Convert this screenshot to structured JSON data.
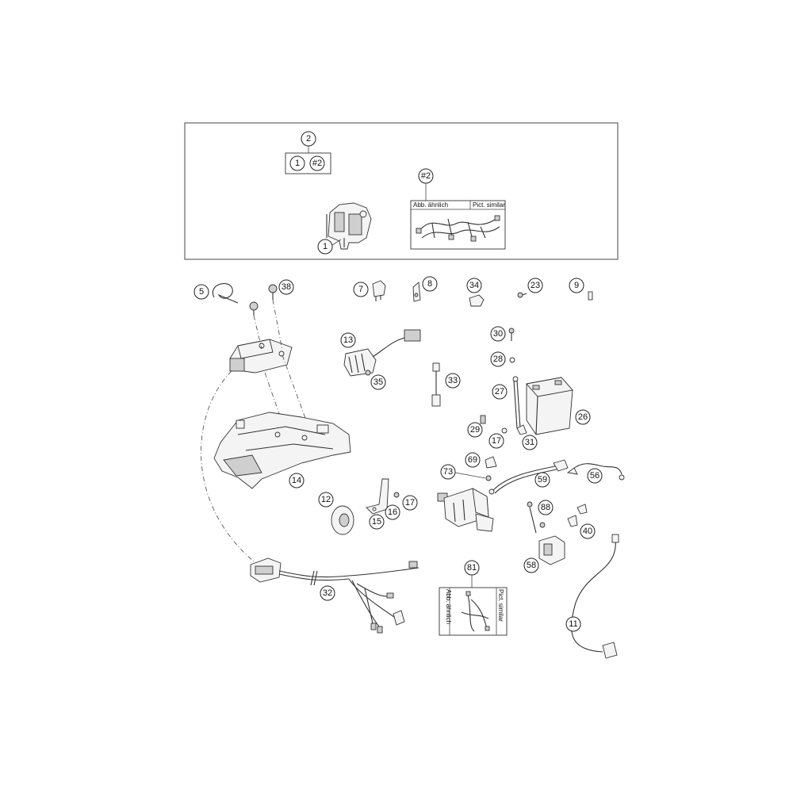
{
  "kit_box": {
    "callout": "2",
    "contents": [
      "1",
      "#2"
    ],
    "note_callout": "#2",
    "note_left": "Abb. ähnlich",
    "note_right": "Pict. similar",
    "bracket_callout": "1"
  },
  "lower_note": {
    "callout": "81",
    "note_left": "Abb. ähnlich",
    "note_right": "Pict. similar"
  },
  "callouts": {
    "c5": "5",
    "c38": "38",
    "c7": "7",
    "c8": "8",
    "c34": "34",
    "c23": "23",
    "c9": "9",
    "c13": "13",
    "c35": "35",
    "c33": "33",
    "c30": "30",
    "c28": "28",
    "c27": "27",
    "c26": "26",
    "c29": "29",
    "c17a": "17",
    "c31": "31",
    "c14": "14",
    "c69": "69",
    "c73": "73",
    "c59": "59",
    "c56": "56",
    "c12": "12",
    "c16": "16",
    "c17b": "17",
    "c15": "15",
    "c88": "88",
    "c40": "40",
    "c58": "58",
    "c81": "81",
    "c32": "32",
    "c11": "11"
  }
}
